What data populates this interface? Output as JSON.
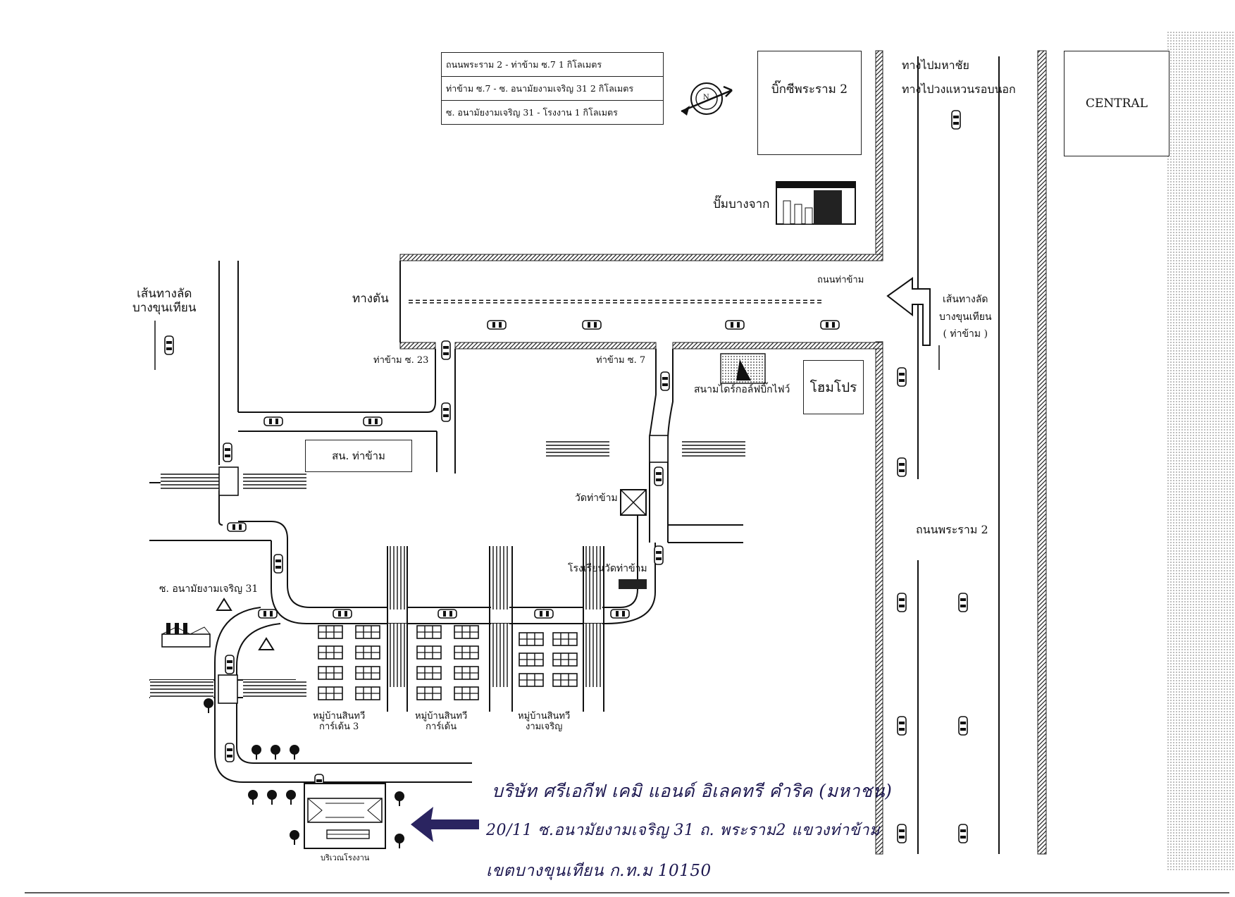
{
  "distance_table": [
    "ถนนพระราม 2 - ท่าข้าม ซ.7   1  กิโลเมตร",
    "ท่าข้าม ซ.7 - ซ. อนามัยงามเจริญ 31  2  กิโลเมตร",
    "ซ. อนามัยงามเจริญ 31 - โรงงาน  1  กิโลเมตร"
  ],
  "compass_letter": "N",
  "places": {
    "bigc": "บิ๊กซีพระราม 2",
    "central": "CENTRAL",
    "gas_station": "ปั๊มบางจาก",
    "homepro": "โฮมโปร",
    "golf": "สนามไดร์กอล์ฟบิ๊กไฟว์",
    "police": "สน. ท่าข้าม",
    "temple": "วัดท่าข้าม",
    "school": "โรงเรียนวัดท่าข้าม",
    "village1": "หมู่บ้านสินทวี\nการ์เด้น 3",
    "village2": "หมู่บ้านสินทวี\nการ์เด้น",
    "village3": "หมู่บ้านสินทวี\nงามเจริญ",
    "factory": "บริเวณโรงงาน"
  },
  "roads": {
    "to_mahachai": "ทางไปมหาชัย",
    "to_ring_road": "ทางไปวงแหวนรอบนอก",
    "shortcut_left": "เส้นทางลัด\nบางขุนเทียน",
    "shortcut_right": "เส้นทางลัด\nบางขุนเทียน\n( ท่าข้าม )",
    "dead_end": "ทางตัน",
    "tha_kham_road": "ถนนท่าข้าม",
    "soi_23": "ท่าข้าม ซ. 23",
    "soi_7": "ท่าข้าม ซ. 7",
    "soi_anamai": "ซ. อนามัยงามเจริญ 31",
    "rama2": "ถนนพระราม 2"
  },
  "handwritten": [
    "บริษัท ศรีเอกีฟ เคมิ แอนด์ อิเลคทรี คำริค (มหาชน)",
    "20/11 ซ.อนามัยงามเจริญ 31  ถ. พระราม2 แขวงท่าข้าม",
    "เขตบางขุนเทียน ก.ท.ม 10150"
  ],
  "colors": {
    "ink": "#111111",
    "handwriting": "#1d1850",
    "arrow": "#2a2460"
  }
}
